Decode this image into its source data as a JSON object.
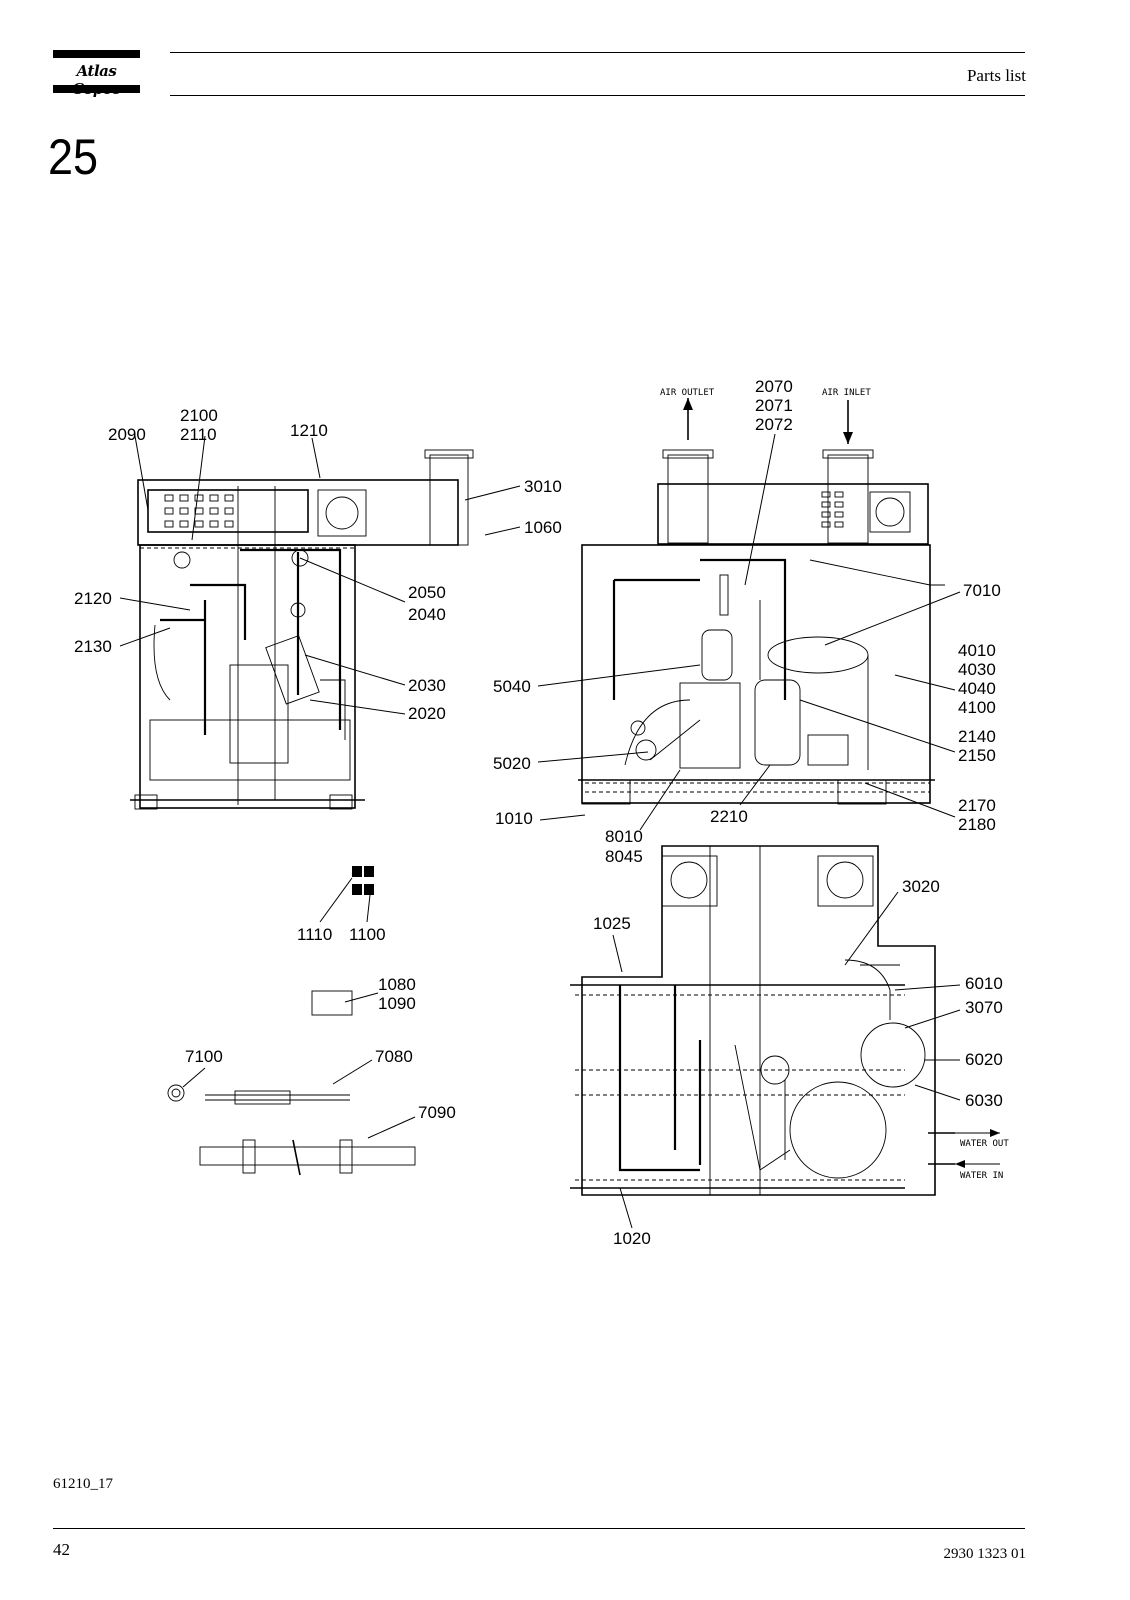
{
  "header": {
    "brand": "Atlas Copco",
    "title": "Parts list"
  },
  "section_number": "25",
  "diagram": {
    "side_view_labels": [
      "2090",
      "2100",
      "2110",
      "1210",
      "3010",
      "1060",
      "2120",
      "2130",
      "2050",
      "2040",
      "2030",
      "2020"
    ],
    "front_view_labels": [
      "2070",
      "2071",
      "2072",
      "7010",
      "4010",
      "4030",
      "4040",
      "4100",
      "5040",
      "2140",
      "2150",
      "5020",
      "2170",
      "2180",
      "1010",
      "2210",
      "8010",
      "8045"
    ],
    "top_view_labels": [
      "3020",
      "1025",
      "6010",
      "3070",
      "6020",
      "6030",
      "1020"
    ],
    "accessory_labels": [
      "1110",
      "1100",
      "1080",
      "1090",
      "7100",
      "7080",
      "7090"
    ],
    "flow_labels": {
      "air_outlet": "AIR OUTLET",
      "air_inlet": "AIR INLET",
      "water_out": "WATER OUT",
      "water_in": "WATER IN"
    }
  },
  "footer": {
    "figure_code": "61210_17",
    "page_number": "42",
    "document_number": "2930 1323 01"
  }
}
